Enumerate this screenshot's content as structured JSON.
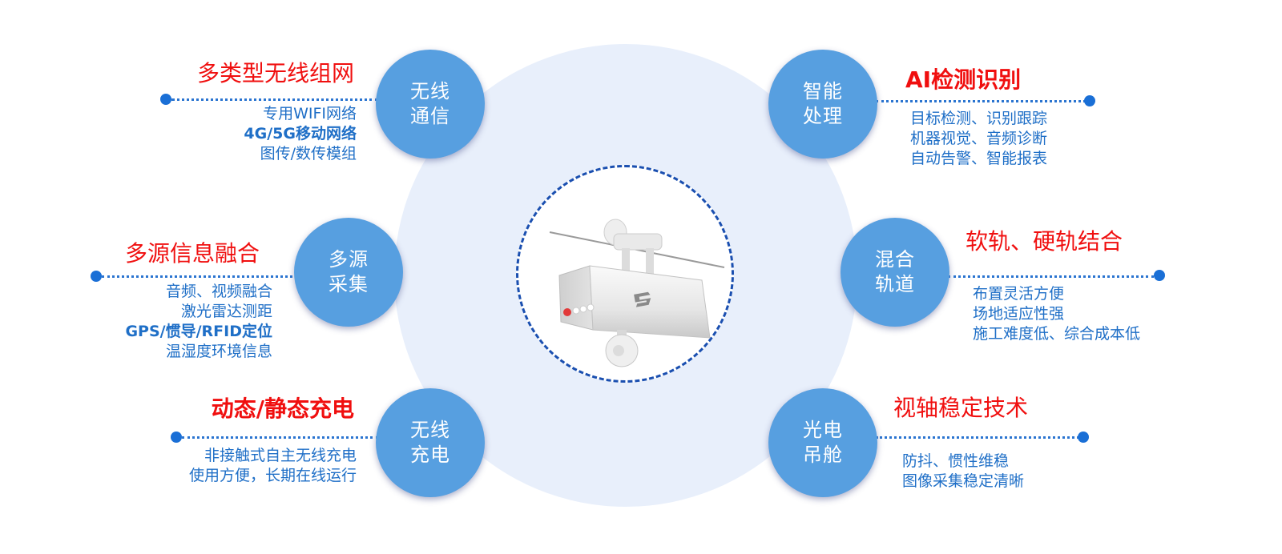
{
  "diagram": {
    "center": {
      "image_alt": "rail-mounted inspection robot with camera gimbal"
    },
    "nodes": [
      {
        "id": "wireless-comm",
        "label_line1": "无线",
        "label_line2": "通信",
        "headline": "多类型无线组网",
        "details": [
          "专用WIFI网络",
          "4G/5G移动网络",
          "图传/数传模组"
        ]
      },
      {
        "id": "multi-source-collection",
        "label_line1": "多源",
        "label_line2": "采集",
        "headline": "多源信息融合",
        "details": [
          "音频、视频融合",
          "激光雷达测距",
          "GPS/惯导/RFID定位",
          "温湿度环境信息"
        ]
      },
      {
        "id": "wireless-charging",
        "label_line1": "无线",
        "label_line2": "充电",
        "headline": "动态/静态充电",
        "details": [
          "非接触式自主无线充电",
          "使用方便，长期在线运行"
        ]
      },
      {
        "id": "smart-processing",
        "label_line1": "智能",
        "label_line2": "处理",
        "headline": "AI检测识别",
        "details": [
          "目标检测、识别跟踪",
          "机器视觉、音频诊断",
          "自动告警、智能报表"
        ]
      },
      {
        "id": "hybrid-track",
        "label_line1": "混合",
        "label_line2": "轨道",
        "headline": "软轨、硬轨结合",
        "details": [
          "布置灵活方便",
          "场地适应性强",
          "施工难度低、综合成本低"
        ]
      },
      {
        "id": "optoelectronic-pod",
        "label_line1": "光电",
        "label_line2": "吊舱",
        "headline": "视轴稳定技术",
        "details": [
          "防抖、惯性维稳",
          "图像采集稳定清晰"
        ]
      }
    ],
    "colors": {
      "node_fill": "#579fe0",
      "headline": "#f00f0f",
      "detail_text": "#1f6fc7",
      "connector": "#2a74d0",
      "background_disc": "#e8effb",
      "center_ring_border": "#1a4fb0"
    }
  }
}
